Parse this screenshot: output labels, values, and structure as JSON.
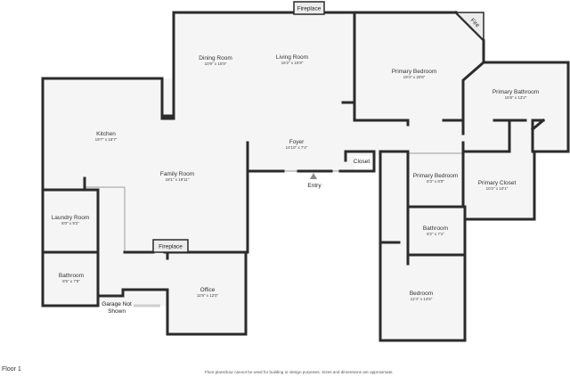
{
  "floor_label": "Floor 1",
  "disclaimer": "Floor plans/tour cannot be used for building or design purposes. Sizes and dimensions are approximate.",
  "labels": {
    "fireplace_top": "Fireplace",
    "fireplace_mid": "Fireplace",
    "fire_corner": "Fire",
    "closet": "Closet",
    "entry": "Entry",
    "garage_line1": "Garage Not",
    "garage_line2": "Shown"
  },
  "rooms": {
    "dining": {
      "name": "Dining Room",
      "dims": "10'9\" x 15'9\""
    },
    "living": {
      "name": "Living Room",
      "dims": "16'2\" x 15'9\""
    },
    "primary_bedroom": {
      "name": "Primary Bedroom",
      "dims": "19'4\" x 20'8\""
    },
    "primary_bathroom": {
      "name": "Primary Bathroom",
      "dims": "15'8\" x 13'2\""
    },
    "kitchen": {
      "name": "Kitchen",
      "dims": "19'7\" x 16'7\""
    },
    "foyer": {
      "name": "Foyer",
      "dims": "14'10\" x 7'4\""
    },
    "family": {
      "name": "Family Room",
      "dims": "18'1\" x 19'11\""
    },
    "primary_bedroom_small": {
      "name": "Primary Bedroom",
      "dims": "8'3\" x 8'0\""
    },
    "primary_closet": {
      "name": "Primary Closet",
      "dims": "10'2\" x 10'1\""
    },
    "laundry": {
      "name": "Laundry Room",
      "dims": "8'0\" x 9'2\""
    },
    "bathroom_center": {
      "name": "Bathroom",
      "dims": "8'2\" x 7'1\""
    },
    "bathroom_left": {
      "name": "Bathroom",
      "dims": "8'5\" x 7'8\""
    },
    "office": {
      "name": "Office",
      "dims": "11'9\" x 12'0\""
    },
    "bedroom": {
      "name": "Bedroom",
      "dims": "12'4\" x 14'6\""
    }
  }
}
